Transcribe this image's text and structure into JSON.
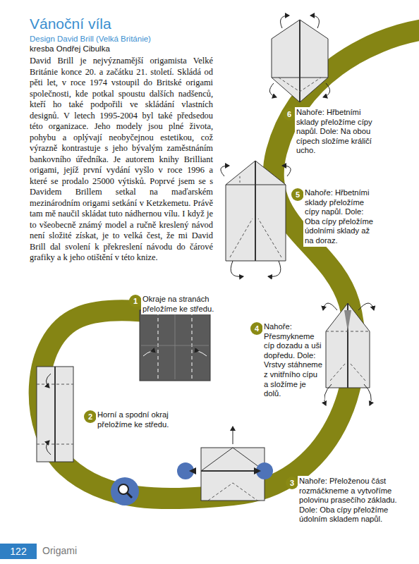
{
  "diagram": {
    "title": "Vánoční víla",
    "nodes": [
      {
        "text": [
          "1",
          "Okraje na stranách přeložíme ke středu."
        ]
      },
      {
        "text": [
          "2",
          "Horní a spodní okraj přeložíme ke středu."
        ]
      },
      {
        "text": [
          "3",
          "Nahoře: Přeloženou část rozmáčkneme a vytvoříme polovinu prasečího základu. Dole: Oba cípy přeložíme údolním skladem napůl."
        ]
      },
      {
        "text": [
          "4",
          "Nahoře: Přesmykneme cíp dozadu a uši dopředu. Dole: Vrstvy stáhneme z vnitřního cípu a složíme je dolů."
        ]
      },
      {
        "text": [
          "5",
          "Nahoře: Hřbetními sklady přeložíme cípy napůl. Dole: Oba cípy přeložíme údolními sklady až na doraz."
        ]
      },
      {
        "text": [
          "6",
          "Nahoře: Hřbetními sklady přeložíme cípy napůl. Dole: Na obou cípech složíme králičí ucho."
        ]
      }
    ],
    "labels": [
      "Design David Brill (Velká Británie)",
      "kresba Ondřej Cibulka",
      "David Brill je nejvýznamější origamista Velké Británie konce 20. a začátku 21. století. Skládá od pěti let, v roce 1974 vstoupil do Britské origami společnosti, kde potkal spoustu dalších nadšenců, kteří ho také podpořili ve skládání vlastních designů. V letech 1995-2004 byl také předsedou této organizace. Jeho modely jsou plné života, pohybu a oplývají neobyčejnou estetikou, což výrazně kontrastuje s jeho bývalým zaměstnáním bankovního úředníka. Je autorem knihy Brilliant origami, jejíž první vydání vyšlo v roce 1996 a které se prodalo 25000 výtisků. Poprvé jsem se s Davidem Brillem setkal na maďarském mezinárodním origami setkání v Ketzkemetu. Právě tam mě naučil skládat tuto nádhernou vílu. I když je to všeobecně známý model a ručně kreslený návod není složité získat, je to velká čest, že mi David Brill dal svolení k překreslení návodu do čárové grafiky a k jeho otištění v této knize.",
      "122",
      "Origami"
    ]
  }
}
